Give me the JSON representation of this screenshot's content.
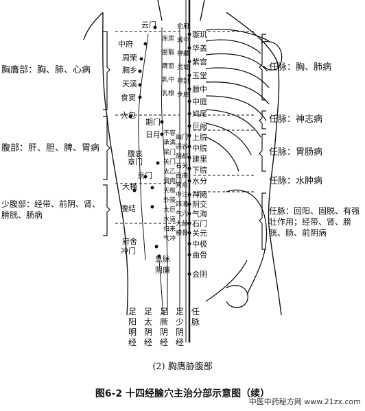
{
  "figure": {
    "subtitle": "(2)  胸膺胁腹部",
    "caption": "图6-2  十四经腧穴主治分部示意图（续）",
    "watermark": "中医中药秘方网 www.21zx.com"
  },
  "left_labels": [
    {
      "id": "chest",
      "text": "胸膺部：胸、肺、心病"
    },
    {
      "id": "abdomen",
      "text": "腹部：肝、胆、脾、胃病"
    },
    {
      "id": "lower",
      "text": "少腹部：经带、前阴、肾、膀胱、肠病"
    }
  ],
  "right_labels": [
    {
      "id": "r1",
      "text": "任脉：胸、肺病"
    },
    {
      "id": "r2",
      "text": "任脉：神志病"
    },
    {
      "id": "r3",
      "text": "任脉：胃肠病"
    },
    {
      "id": "r4",
      "text": "任脉：水肿病"
    },
    {
      "id": "r5",
      "text": "任脉：回阳、固脱、有强壮作用；经带、肾、膀胱、肠、前阴病"
    }
  ],
  "meridians": [
    {
      "id": "m1",
      "text": "足阳明经"
    },
    {
      "id": "m2",
      "text": "足太阴经"
    },
    {
      "id": "m3",
      "text": "足厥阴经"
    },
    {
      "id": "m4",
      "text": "足少阴经"
    },
    {
      "id": "m5",
      "text": "任脉"
    }
  ],
  "ren_points": [
    "璇玑",
    "华盖",
    "紫宫",
    "玉堂",
    "膻中",
    "中庭",
    "鸠尾",
    "巨阙",
    "上脘",
    "中脘",
    "建里",
    "下脘",
    "水分",
    "神阙",
    "阴交",
    "气海",
    "石门",
    "关元",
    "中极",
    "曲骨",
    "会阴"
  ],
  "left_points": [
    "云门",
    "中府",
    "周荣",
    "胸乡",
    "天溪",
    "食窦",
    "大包",
    "期门",
    "日月",
    "章门",
    "京门",
    "腹哀",
    "大横",
    "腹结",
    "府舍",
    "冲门",
    "急脉",
    "阴廉"
  ],
  "channel_points": [
    "俞府",
    "彧中",
    "神藏",
    "灵墟",
    "神封",
    "步廊",
    "库房",
    "屋翳",
    "膺窗",
    "乳中",
    "乳根",
    "不容",
    "承满",
    "梁门",
    "关门",
    "太乙",
    "滑肉门",
    "天枢",
    "外陵",
    "大巨",
    "水道",
    "归来",
    "气冲",
    "幽门",
    "通谷",
    "阴都",
    "石关",
    "商曲",
    "肓俞",
    "中注",
    "四满",
    "气穴",
    "大赫",
    "横骨"
  ]
}
